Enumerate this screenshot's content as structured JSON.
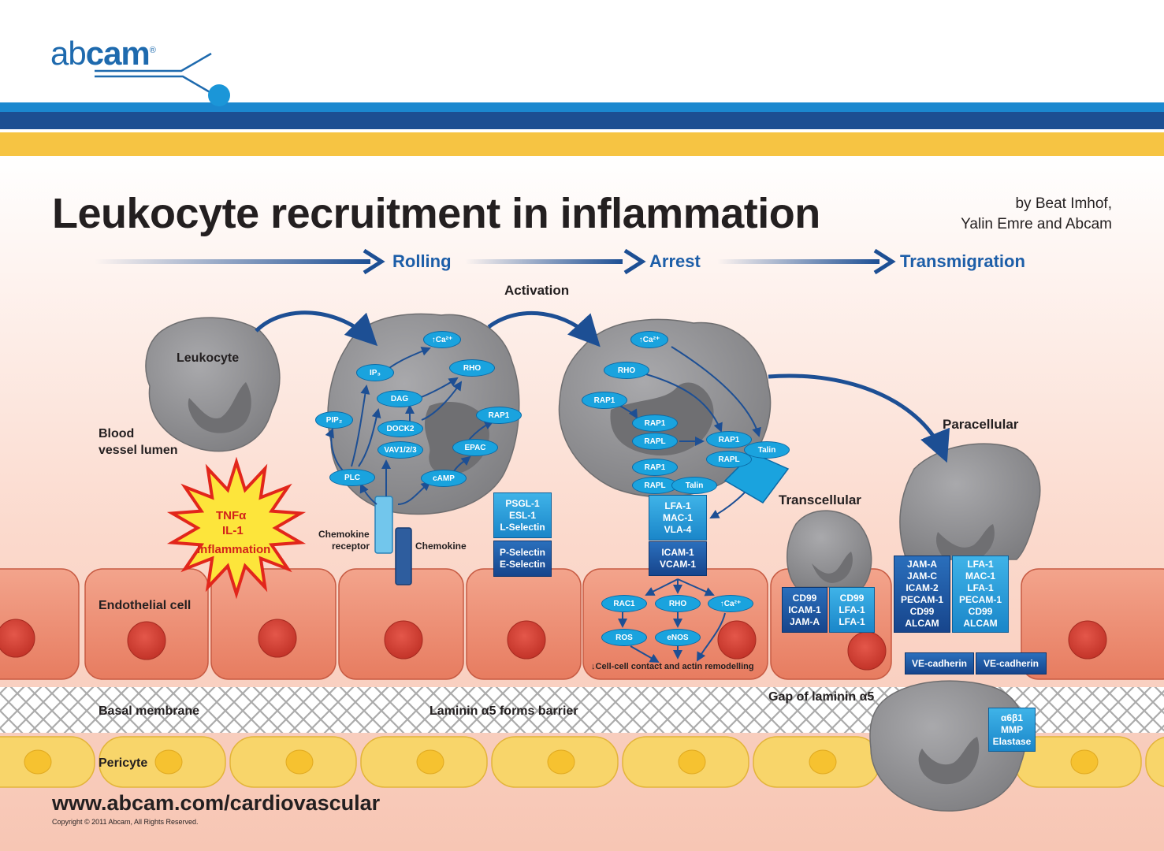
{
  "brand": {
    "logo_prefix": "ab",
    "logo_suffix": "cam",
    "registered": "®"
  },
  "title": "Leukocyte recruitment in inflammation",
  "byline": {
    "line1": "by Beat Imhof,",
    "line2": "Yalin Emre and Abcam"
  },
  "stages": {
    "rolling": "Rolling",
    "arrest": "Arrest",
    "transmigration": "Transmigration",
    "activation": "Activation"
  },
  "labels": {
    "leukocyte": "Leukocyte",
    "blood_vessel_line1": "Blood",
    "blood_vessel_line2": "vessel lumen",
    "endothelial_cell": "Endothelial cell",
    "basal_membrane": "Basal membrane",
    "pericyte": "Pericyte",
    "chemokine_receptor_line1": "Chemokine",
    "chemokine_receptor_line2": "receptor",
    "chemokine": "Chemokine",
    "laminin_barrier": "Laminin α5 forms barrier",
    "laminin_gap": "Gap of laminin α5",
    "transcellular": "Transcellular",
    "paracellular": "Paracellular",
    "cell_contact": "↓Cell-cell contact and actin remodelling"
  },
  "inflammation": {
    "line1": "TNFα",
    "line2": "IL-1",
    "line3": "Inflammation"
  },
  "activation_molecules": {
    "ca": "↑Ca²⁺",
    "ip3": "IP₃",
    "rho": "RHO",
    "dag": "DAG",
    "pip2": "PIP₂",
    "dock2": "DOCK2",
    "rap1": "RAP1",
    "vav": "VAV1/2/3",
    "epac": "EPAC",
    "plc": "PLC",
    "camp": "cAMP"
  },
  "arrest_molecules": {
    "ca": "↑Ca²⁺",
    "rho": "RHO",
    "rap1_a": "RAP1",
    "rap1_b": "RAP1",
    "rapl_a": "RAPL",
    "rap1_c": "RAP1",
    "rapl_b": "RAPL",
    "talin_a": "Talin",
    "rap1_d": "RAP1",
    "rapl_c": "RAPL",
    "talin_b": "Talin"
  },
  "endothelial_signals": {
    "rac1": "RAC1",
    "rho": "RHO",
    "ca": "↑Ca²⁺",
    "ros": "ROS",
    "enos": "eNOS"
  },
  "boxes": {
    "selectin_ligands": [
      "PSGL-1",
      "ESL-1",
      "L-Selectin"
    ],
    "selectins": [
      "P-Selectin",
      "E-Selectin"
    ],
    "integrins": [
      "LFA-1",
      "MAC-1",
      "VLA-4"
    ],
    "adhesion": [
      "ICAM-1",
      "VCAM-1"
    ],
    "trans_endo": [
      "CD99",
      "ICAM-1",
      "JAM-A"
    ],
    "trans_leuko": [
      "CD99",
      "LFA-1",
      "LFA-1"
    ],
    "para_endo": [
      "JAM-A",
      "JAM-C",
      "ICAM-2",
      "PECAM-1",
      "CD99",
      "ALCAM"
    ],
    "para_leuko": [
      "LFA-1",
      "MAC-1",
      "LFA-1",
      "PECAM-1",
      "CD99",
      "ALCAM"
    ],
    "ve_cadherin_a": [
      "VE-cadherin"
    ],
    "ve_cadherin_b": [
      "VE-cadherin"
    ],
    "proteases": [
      "α6β1",
      "MMP",
      "Elastase"
    ]
  },
  "footer": {
    "url": "www.abcam.com/cardiovascular",
    "copyright": "Copyright © 2011 Abcam, All Rights Reserved."
  },
  "colors": {
    "brand_blue": "#1e6aae",
    "navy": "#1d4f94",
    "gold": "#f6c443",
    "endothelium": "#ec8a6e",
    "nucleus": "#d8463a",
    "pericyte": "#f8d56a",
    "molecule": "#1aa3de"
  }
}
